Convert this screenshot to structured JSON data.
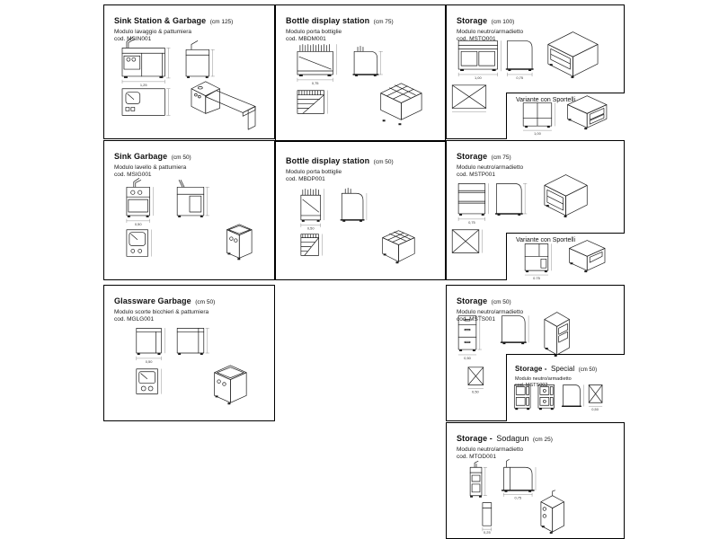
{
  "colors": {
    "line": "#1a1a1a",
    "border": "#000000",
    "dim": "#777777",
    "background": "#ffffff"
  },
  "panels": [
    {
      "id": "sink-station-garbage",
      "title": "Sink Station & Garbage",
      "size": "(cm 125)",
      "subtitle": "Modulo lavaggio & pattumiera",
      "code": "cod. MSIN001",
      "dims": {
        "width": "1,25"
      }
    },
    {
      "id": "bottle-display-75",
      "title": "Bottle display station",
      "size": "(cm 75)",
      "subtitle": "Modulo porta bottiglie",
      "code": "cod. MBDM001",
      "dims": {
        "width": "0,75"
      }
    },
    {
      "id": "storage-100",
      "title": "Storage",
      "size": "(cm 100)",
      "subtitle": "Modulo neutro/armadietto",
      "code": "cod. MSTO001",
      "variant_label": "Variante con Sportelli",
      "dims": {
        "width": "1,00",
        "depth": "0,75"
      }
    },
    {
      "id": "sink-garbage",
      "title": "Sink Garbage",
      "size": "(cm 50)",
      "subtitle": "Modulo lavello & pattumiera",
      "code": "cod. MSIG001",
      "dims": {
        "width": "0,50"
      }
    },
    {
      "id": "bottle-display-50",
      "title": "Bottle display station",
      "size": "(cm 50)",
      "subtitle": "Modulo porta bottiglie",
      "code": "cod. MBDP001",
      "dims": {
        "width": "0,50"
      }
    },
    {
      "id": "storage-75",
      "title": "Storage",
      "size": "(cm 75)",
      "subtitle": "Modulo neutro/armadietto",
      "code": "cod. MSTP001",
      "variant_label": "Variante con Sportelli",
      "dims": {
        "width": "0,75"
      }
    },
    {
      "id": "glassware-garbage",
      "title": "Glassware Garbage",
      "size": "(cm 50)",
      "subtitle": "Modulo scorte bicchieri & pattumiera",
      "code": "cod. MGLG001",
      "dims": {
        "width": "0,50"
      }
    },
    {
      "id": "storage-50",
      "title": "Storage",
      "size": "(cm 50)",
      "subtitle": "Modulo neutro/armadietto",
      "code": "cod. MSTS001",
      "dims": {
        "width": "0,50"
      }
    },
    {
      "id": "storage-special",
      "title": "Storage -",
      "title2": "Special",
      "size": "(cm 50)",
      "subtitle": "Modulo neutro/armadietto",
      "code": "cod. MSTS002",
      "dims": {
        "width": "0,50"
      }
    },
    {
      "id": "storage-sodagun",
      "title": "Storage -",
      "title2": "Sodagun",
      "size": "(cm 25)",
      "subtitle": "Modulo neutro/armadietto",
      "code": "cod. MTOD001",
      "dims": {
        "width": "0,25",
        "depth": "0,75"
      }
    }
  ]
}
